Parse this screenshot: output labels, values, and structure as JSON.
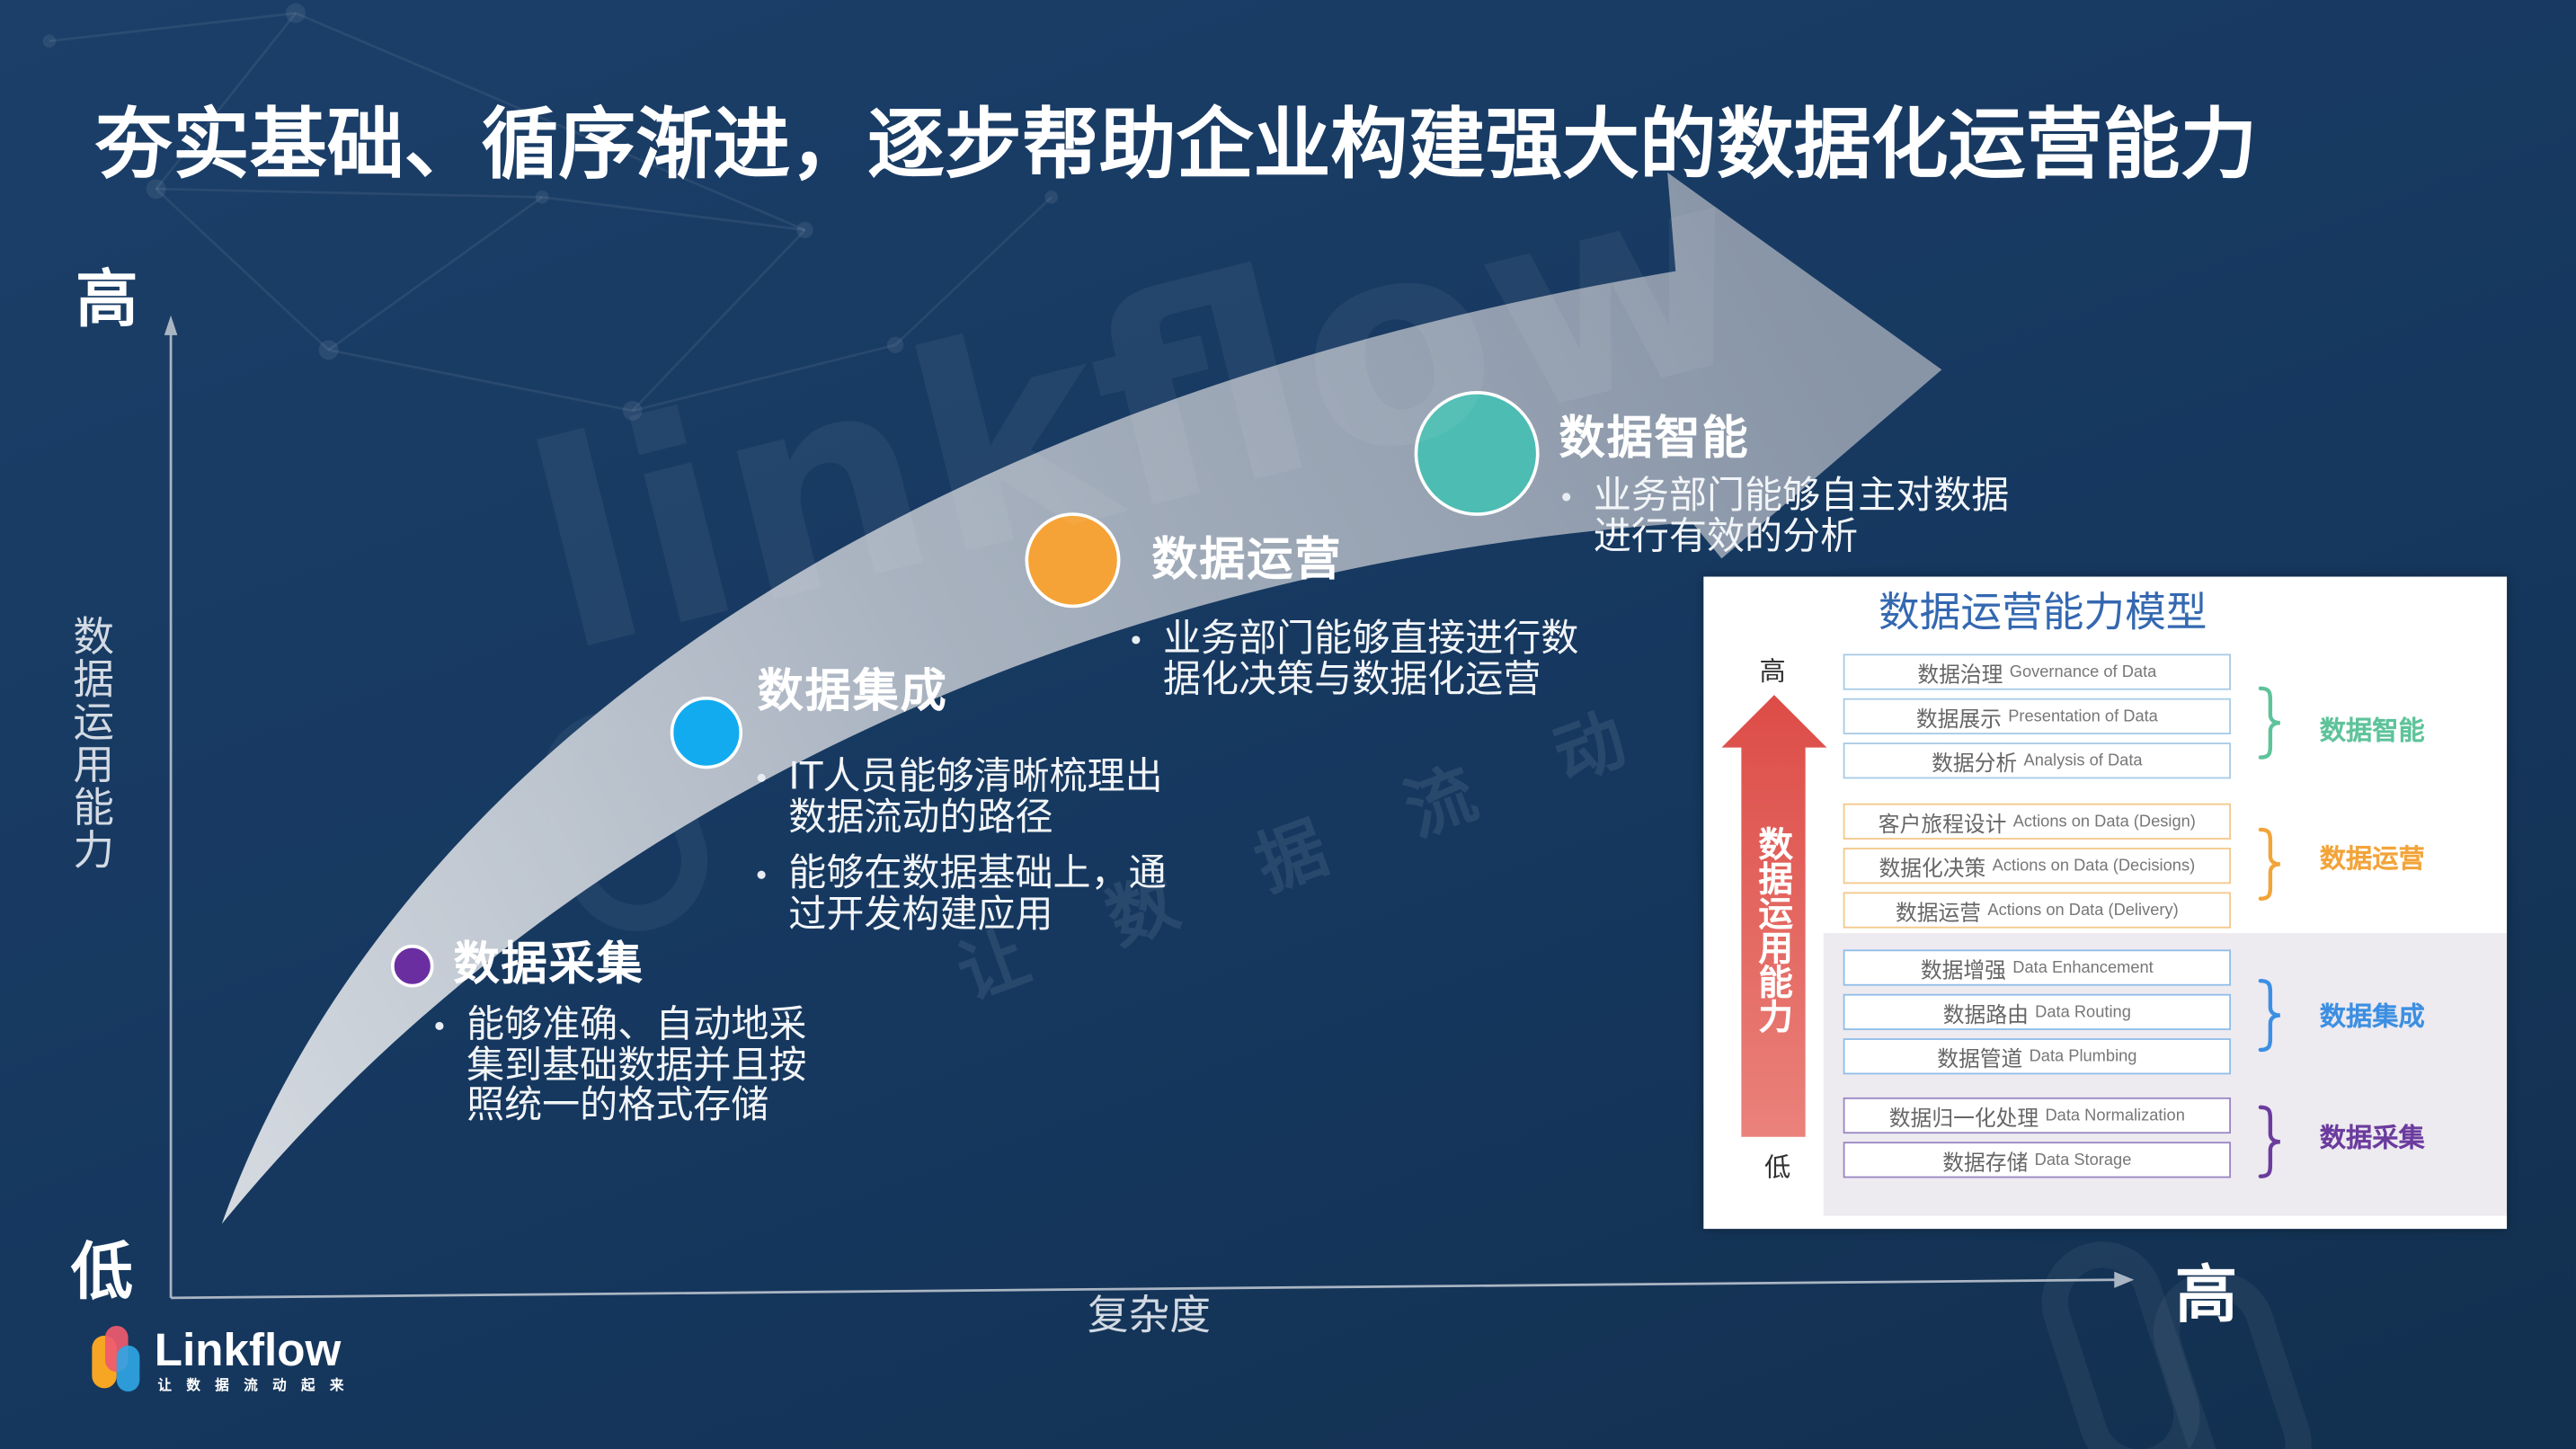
{
  "slide": {
    "title": "夯实基础、循序渐进，逐步帮助企业构建强大的数据化运营能力",
    "background_color": "#16385f"
  },
  "axes": {
    "y_high": "高",
    "y_low": "低",
    "y_label": "数据运用能力",
    "x_label": "复杂度",
    "x_high": "高"
  },
  "stages": [
    {
      "title": "数据采集",
      "color": "#6b2ea1",
      "bullets": [
        [
          "能够准确、自动地采",
          "集到基础数据并且按",
          "照统一的格式存储"
        ]
      ]
    },
    {
      "title": "数据集成",
      "color": "#12abf0",
      "bullets": [
        [
          "IT人员能够清晰梳理出",
          "数据流动的路径"
        ],
        [
          "能够在数据基础上，通",
          "过开发构建应用"
        ]
      ]
    },
    {
      "title": "数据运营",
      "color": "#f5a236",
      "bullets": [
        [
          "业务部门能够直接进行数",
          "据化决策与数据化运营"
        ]
      ]
    },
    {
      "title": "数据智能",
      "color": "#4dbcb2",
      "bullets": [
        [
          "业务部门能够自主对数据",
          "进行有效的分析"
        ]
      ]
    }
  ],
  "model": {
    "title": "数据运营能力模型",
    "title_color": "#3468b1",
    "high": "高",
    "low": "低",
    "axis_label": "数据运用能力",
    "arrow_color": "#e0544f",
    "groups": [
      {
        "label": "数据智能",
        "color": "#5ec39b",
        "border": "#a8cbe6",
        "rows": [
          {
            "cn": "数据治理",
            "en": "Governance of Data"
          },
          {
            "cn": "数据展示",
            "en": "Presentation of Data"
          },
          {
            "cn": "数据分析",
            "en": "Analysis of Data"
          }
        ]
      },
      {
        "label": "数据运营",
        "color": "#f2a43a",
        "border": "#f3c88c",
        "rows": [
          {
            "cn": "客户旅程设计",
            "en": "Actions on Data (Design)"
          },
          {
            "cn": "数据化决策",
            "en": "Actions on Data (Decisions)"
          },
          {
            "cn": "数据运营",
            "en": "Actions on Data (Delivery)"
          }
        ]
      },
      {
        "label": "数据集成",
        "color": "#3c8fe2",
        "border": "#8fbde8",
        "rows": [
          {
            "cn": "数据增强",
            "en": "Data Enhancement"
          },
          {
            "cn": "数据路由",
            "en": "Data Routing"
          },
          {
            "cn": "数据管道",
            "en": "Data Plumbing"
          }
        ]
      },
      {
        "label": "数据采集",
        "color": "#6b3b9e",
        "border": "#9a86c2",
        "rows": [
          {
            "cn": "数据归一化处理",
            "en": "Data Normalization"
          },
          {
            "cn": "数据存储",
            "en": "Data Storage"
          }
        ]
      }
    ]
  },
  "logo": {
    "name": "Linkflow",
    "tagline": "让 数 据 流 动 起 来"
  },
  "watermark": {
    "brand": "linkflow",
    "slogan": "让 数 据 流 动"
  }
}
